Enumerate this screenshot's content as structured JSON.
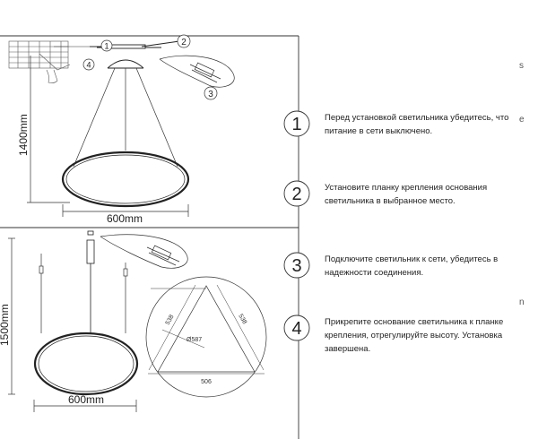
{
  "top_diagram": {
    "height_label": "1400mm",
    "width_label": "600mm",
    "callouts": [
      "1",
      "2",
      "3",
      "4"
    ]
  },
  "bottom_diagram": {
    "height_label": "1500mm",
    "width_label": "600mm",
    "ring": {
      "side_left": "538",
      "side_right": "538",
      "base": "506",
      "diameter": "Ø587"
    }
  },
  "steps": [
    {
      "number": "1",
      "text": "Перед установкой светильника убедитесь, что питание в сети выключено."
    },
    {
      "number": "2",
      "text": "Установите планку крепления основания светильника в выбранное место."
    },
    {
      "number": "3",
      "text": "Подключите светильник к сети, убедитесь в надежности соединения."
    },
    {
      "number": "4",
      "text": "Прикрепите основание светильника к планке крепления, отрегулируйте высоту. Установка завершена."
    }
  ],
  "margin_letters": [
    "s",
    "e",
    "n"
  ]
}
